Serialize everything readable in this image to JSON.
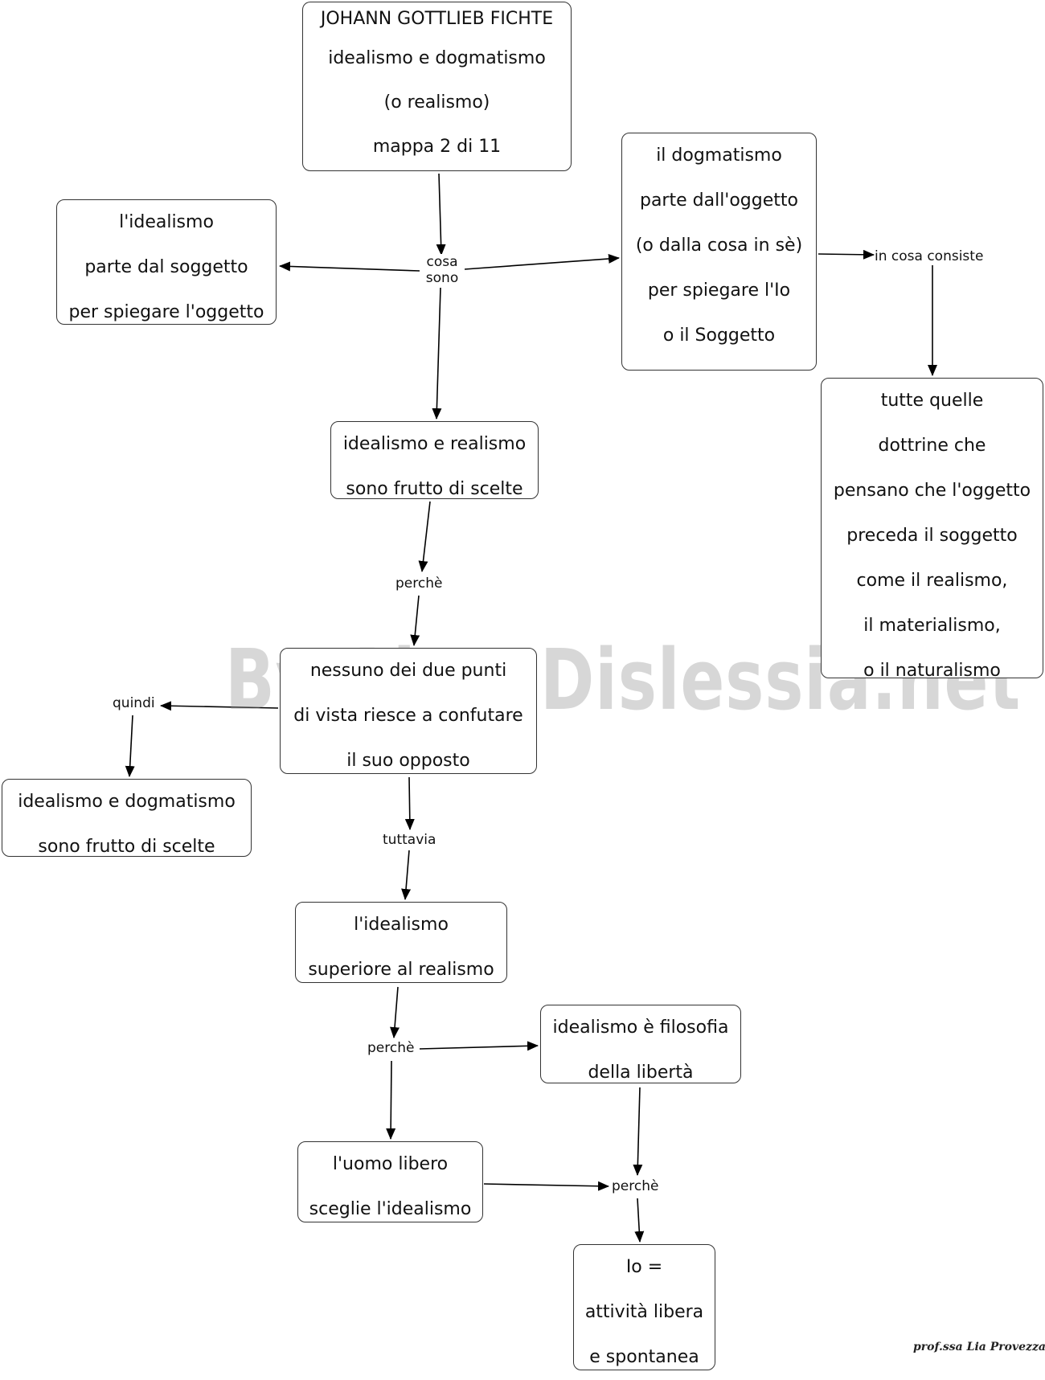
{
  "nodes": {
    "title": [
      "JOHANN GOTTLIEB FICHTE",
      "idealismo e dogmatismo",
      "(o realismo)",
      "mappa 2  di 11"
    ],
    "idealismo_def": [
      "l'idealismo",
      "parte dal soggetto",
      "per spiegare l'oggetto"
    ],
    "dogmatismo_def": [
      "il dogmatismo",
      "parte dall'oggetto",
      "(o dalla cosa in sè)",
      "per spiegare l'Io",
      "o il Soggetto"
    ],
    "dottrine": [
      "tutte quelle",
      "dottrine che",
      "pensano che l'oggetto",
      "preceda il soggetto",
      "come il realismo,",
      "il materialismo,",
      "o il naturalismo"
    ],
    "scelte1": [
      "idealismo e realismo",
      "sono frutto di scelte"
    ],
    "nessuno": [
      "nessuno  dei due punti",
      "di vista riesce a confutare",
      "il suo opposto"
    ],
    "scelte2": [
      "idealismo  e dogmatismo",
      "sono frutto di scelte"
    ],
    "superiore": [
      "l'idealismo",
      "superiore al realismo"
    ],
    "liberta": [
      "idealismo è filosofia",
      "della libertà"
    ],
    "uomo": [
      "l'uomo libero",
      "sceglie l'idealismo"
    ],
    "io": [
      "Io =",
      "attività libera",
      "e spontanea"
    ]
  },
  "links": {
    "cosa_sono": [
      "cosa",
      "sono"
    ],
    "in_cosa": "in cosa consiste",
    "perche1": "perchè",
    "quindi": "quindi",
    "tuttavia": "tuttavia",
    "perche2": "perchè",
    "perche3": "perchè"
  },
  "watermark": "By AiutoDislessia.net",
  "signature": "prof.ssa Lia Provezza"
}
